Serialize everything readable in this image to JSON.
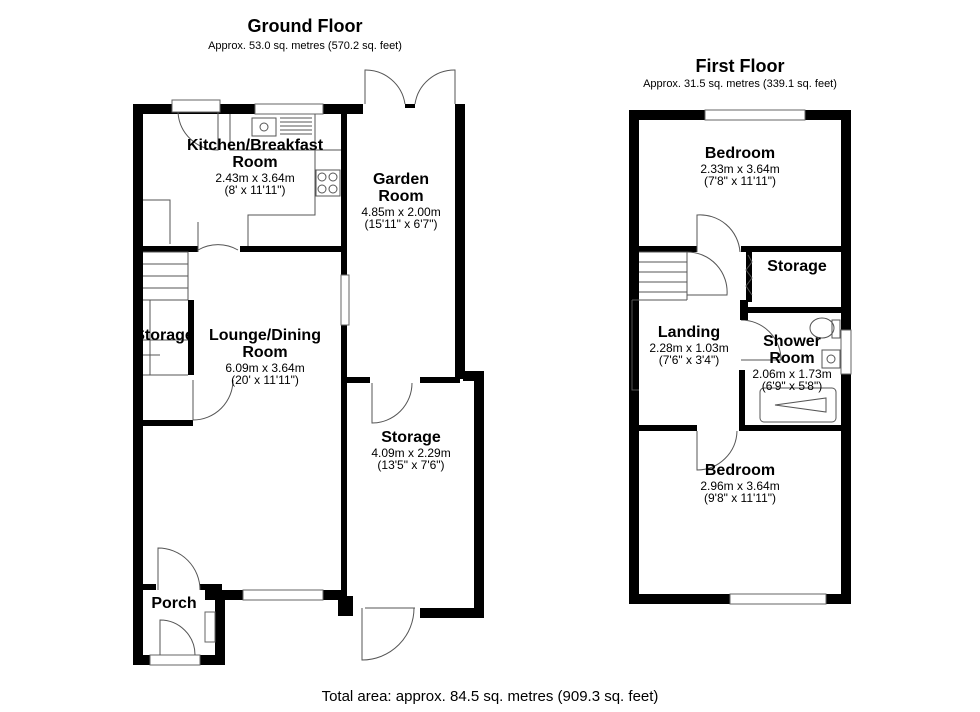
{
  "ground_floor": {
    "title": "Ground Floor",
    "area": "Approx. 53.0 sq. metres (570.2 sq. feet)",
    "rooms": {
      "kitchen": {
        "name_line1": "Kitchen/Breakfast",
        "name_line2": "Room",
        "metric": "2.43m x 3.64m",
        "imperial": "(8' x 11'11\")"
      },
      "garden": {
        "name_line1": "Garden",
        "name_line2": "Room",
        "metric": "4.85m x 2.00m",
        "imperial": "(15'11\" x 6'7\")"
      },
      "lounge": {
        "name_line1": "Lounge/Dining",
        "name_line2": "Room",
        "metric": "6.09m x 3.64m",
        "imperial": "(20' x 11'11\")"
      },
      "storage_small": {
        "name": "Storage"
      },
      "storage": {
        "name": "Storage",
        "metric": "4.09m x 2.29m",
        "imperial": "(13'5\" x 7'6\")"
      },
      "porch": {
        "name": "Porch"
      }
    }
  },
  "first_floor": {
    "title": "First Floor",
    "area": "Approx. 31.5 sq. metres (339.1 sq. feet)",
    "rooms": {
      "bedroom1": {
        "name": "Bedroom",
        "metric": "2.33m x 3.64m",
        "imperial": "(7'8\" x 11'11\")"
      },
      "storage": {
        "name": "Storage"
      },
      "landing": {
        "name": "Landing",
        "metric": "2.28m x 1.03m",
        "imperial": "(7'6\" x 3'4\")"
      },
      "shower": {
        "name_line1": "Shower",
        "name_line2": "Room",
        "metric": "2.06m x 1.73m",
        "imperial": "(6'9\" x 5'8\")"
      },
      "bedroom2": {
        "name": "Bedroom",
        "metric": "2.96m x 3.64m",
        "imperial": "(9'8\" x 11'11\")"
      }
    }
  },
  "total_area": "Total area: approx. 84.5 sq. metres (909.3 sq. feet)"
}
